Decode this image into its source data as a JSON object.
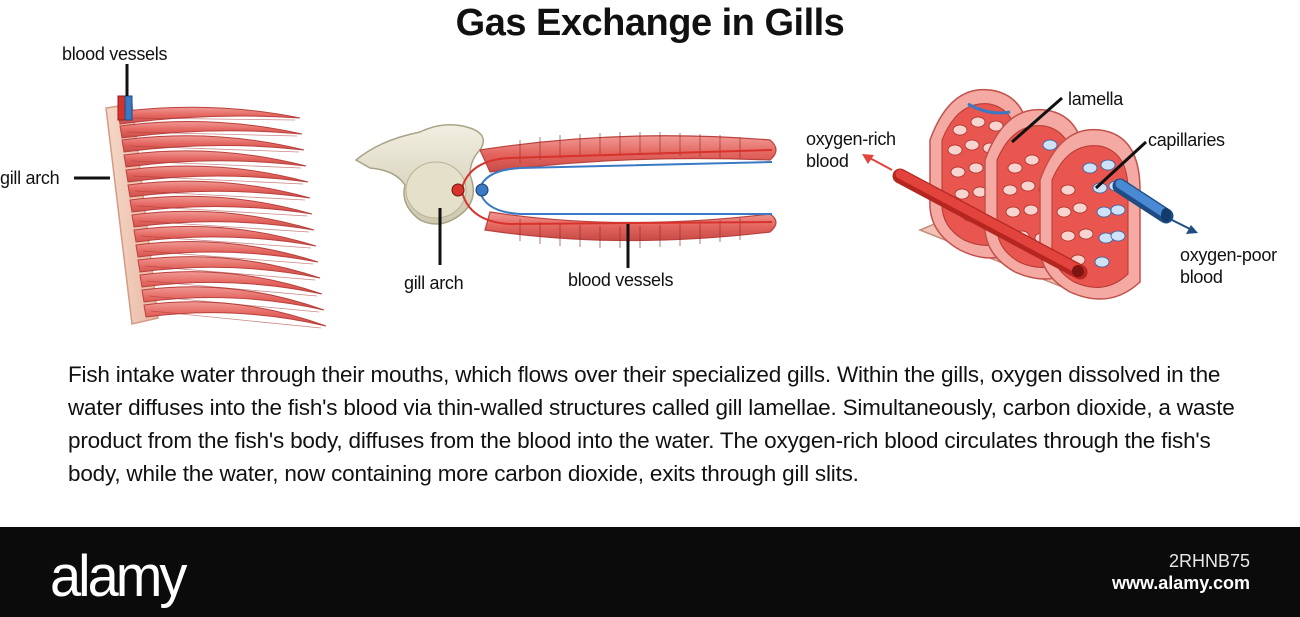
{
  "title": "Gas Exchange in Gills",
  "panel_left": {
    "label_blood_vessels": "blood vessels",
    "label_gill_arch": "gill arch"
  },
  "panel_middle": {
    "label_gill_arch": "gill arch",
    "label_blood_vessels": "blood vessels"
  },
  "panel_right": {
    "label_lamella": "lamella",
    "label_capillaries": "capillaries",
    "label_oxygen_rich_line1": "oxygen-rich",
    "label_oxygen_rich_line2": "blood",
    "label_oxygen_poor_line1": "oxygen-poor",
    "label_oxygen_poor_line2": "blood"
  },
  "description": "Fish intake water through their mouths, which flows over their specialized gills. Within the gills, oxygen dissolved in the water diffuses into the fish's blood via thin-walled structures called gill lamellae. Simultaneously, carbon dioxide, a waste product from the fish's body, diffuses from the blood into the water. The oxygen-rich blood circulates through the fish's body, while the water, now containing more carbon dioxide, exits through gill slits.",
  "footer": {
    "brand": "alamy",
    "stock_id": "2RHNB75",
    "site": "www.alamy.com"
  },
  "colors": {
    "filament": "#e8726f",
    "filament_dark": "#c9504d",
    "arch": "#f3d0bf",
    "artery": "#d8322c",
    "vein": "#3a79c4",
    "bone": "#e6e2d0",
    "footer_bg": "#0b0b0b"
  }
}
